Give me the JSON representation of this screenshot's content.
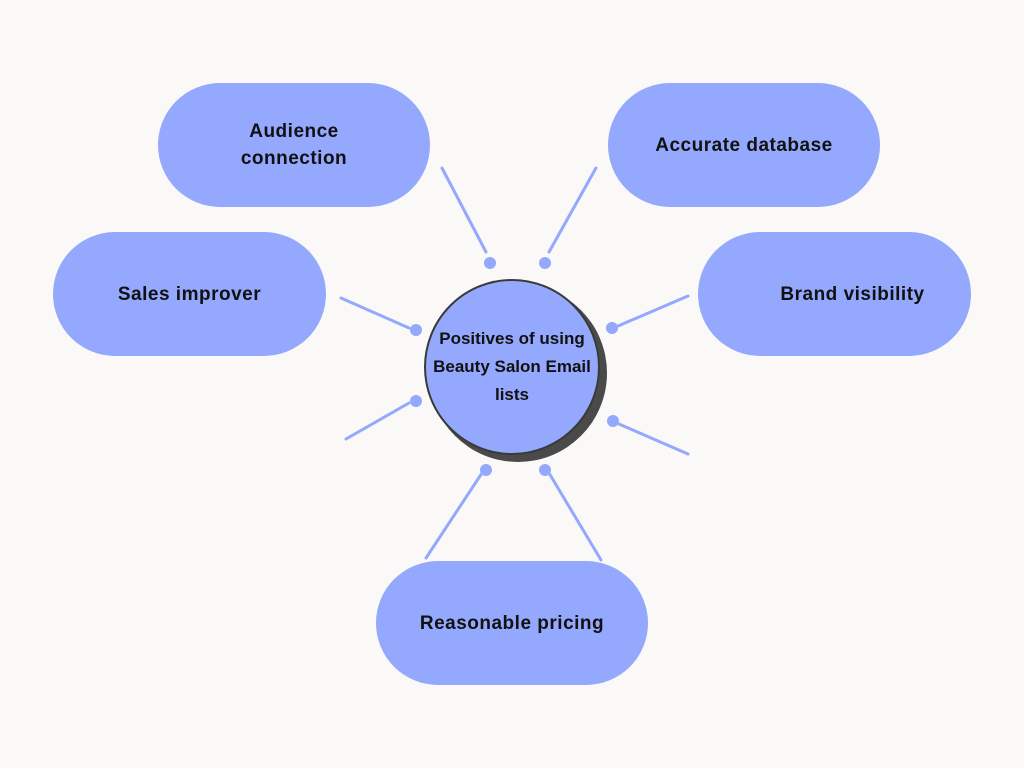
{
  "center": {
    "label": "Positives of using Beauty Salon Email lists"
  },
  "nodes": {
    "audience": "Audience connection",
    "accurate": "Accurate database",
    "sales": "Sales improver",
    "brand": "Brand visibility",
    "pricing": "Reasonable pricing"
  },
  "colors": {
    "background": "#faf9f8",
    "node_fill": "#94a8fd",
    "connector": "#94a8fd",
    "center_border": "#3a3a3a",
    "text": "#111111"
  }
}
